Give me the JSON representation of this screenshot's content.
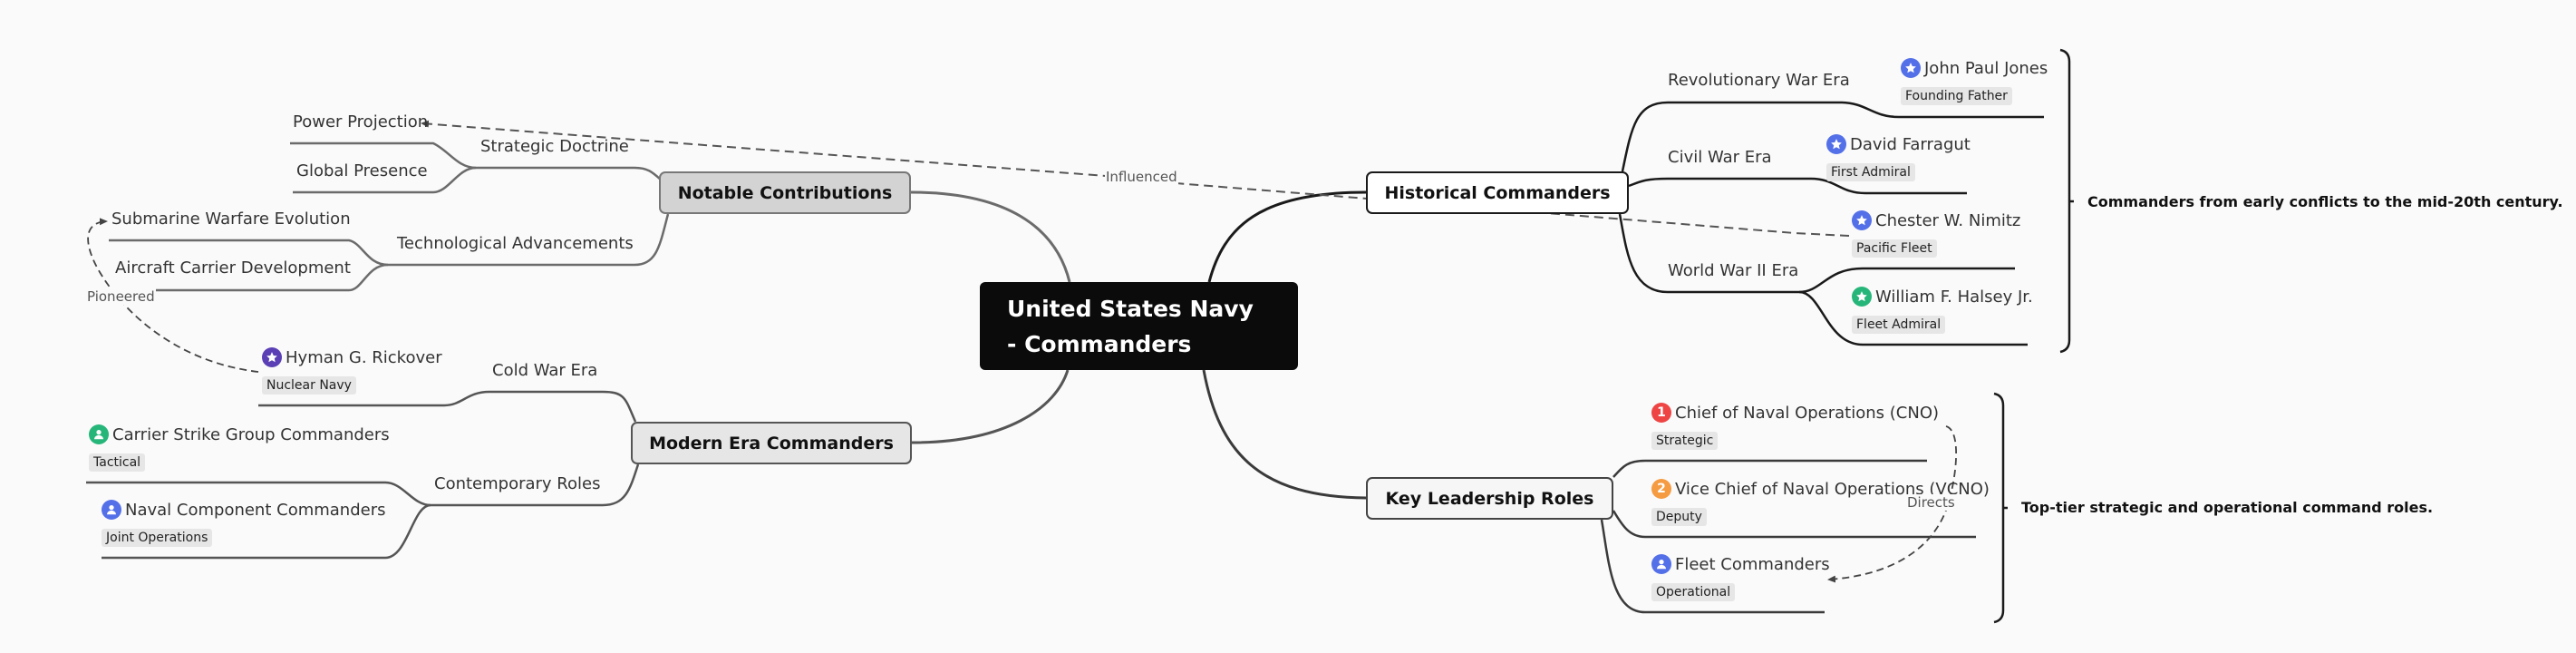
{
  "root": {
    "line1": "United States Navy",
    "line2": "- Commanders"
  },
  "colors": {
    "star_blue": "#5470e8",
    "star_green": "#27b67a",
    "star_purple": "#5a3fb5",
    "user_green": "#27b67a",
    "user_blue": "#5470e8",
    "num_red": "#ef4444",
    "num_orange": "#f59b42"
  },
  "branches": {
    "historical": {
      "label": "Historical Commanders",
      "eras": [
        {
          "label": "Revolutionary War Era",
          "leaves": [
            {
              "name": "John Paul Jones",
              "tag": "Founding Father",
              "icon": "star-icon"
            }
          ]
        },
        {
          "label": "Civil War Era",
          "leaves": [
            {
              "name": "David Farragut",
              "tag": "First Admiral",
              "icon": "star-icon"
            }
          ]
        },
        {
          "label": "World War II Era",
          "leaves": [
            {
              "name": "Chester W. Nimitz",
              "tag": "Pacific Fleet",
              "icon": "star-icon"
            },
            {
              "name": "William F. Halsey Jr.",
              "tag": "Fleet Admiral",
              "icon": "star-icon"
            }
          ]
        }
      ],
      "summary": "Commanders from early conflicts to the mid-20th century."
    },
    "key_roles": {
      "label": "Key Leadership Roles",
      "leaves": [
        {
          "name": "Chief of Naval Operations (CNO)",
          "tag": "Strategic",
          "icon": "number-1-icon",
          "badge": "1"
        },
        {
          "name": "Vice Chief of Naval Operations (VCNO)",
          "tag": "Deputy",
          "icon": "number-2-icon",
          "badge": "2"
        },
        {
          "name": "Fleet Commanders",
          "tag": "Operational",
          "icon": "user-icon"
        }
      ],
      "summary": "Top-tier strategic and operational command roles."
    },
    "notable": {
      "label": "Notable Contributions",
      "groups": [
        {
          "label": "Strategic Doctrine",
          "leaves": [
            "Power Projection",
            "Global Presence"
          ]
        },
        {
          "label": "Technological Advancements",
          "leaves": [
            "Submarine Warfare Evolution",
            "Aircraft Carrier Development"
          ]
        }
      ]
    },
    "modern": {
      "label": "Modern Era Commanders",
      "groups": [
        {
          "label": "Cold War Era",
          "leaves": [
            {
              "name": "Hyman G. Rickover",
              "tag": "Nuclear Navy",
              "icon": "star-icon"
            }
          ]
        },
        {
          "label": "Contemporary Roles",
          "leaves": [
            {
              "name": "Carrier Strike Group Commanders",
              "tag": "Tactical",
              "icon": "user-icon"
            },
            {
              "name": "Naval Component Commanders",
              "tag": "Joint Operations",
              "icon": "user-icon"
            }
          ]
        }
      ]
    }
  },
  "relations": [
    {
      "from": "Chester W. Nimitz",
      "to": "Power Projection",
      "label": "Influenced"
    },
    {
      "from": "Hyman G. Rickover",
      "to": "Submarine Warfare Evolution",
      "label": "Pioneered"
    },
    {
      "from": "Chief of Naval Operations (CNO)",
      "to": "Fleet Commanders",
      "label": "Directs"
    }
  ]
}
